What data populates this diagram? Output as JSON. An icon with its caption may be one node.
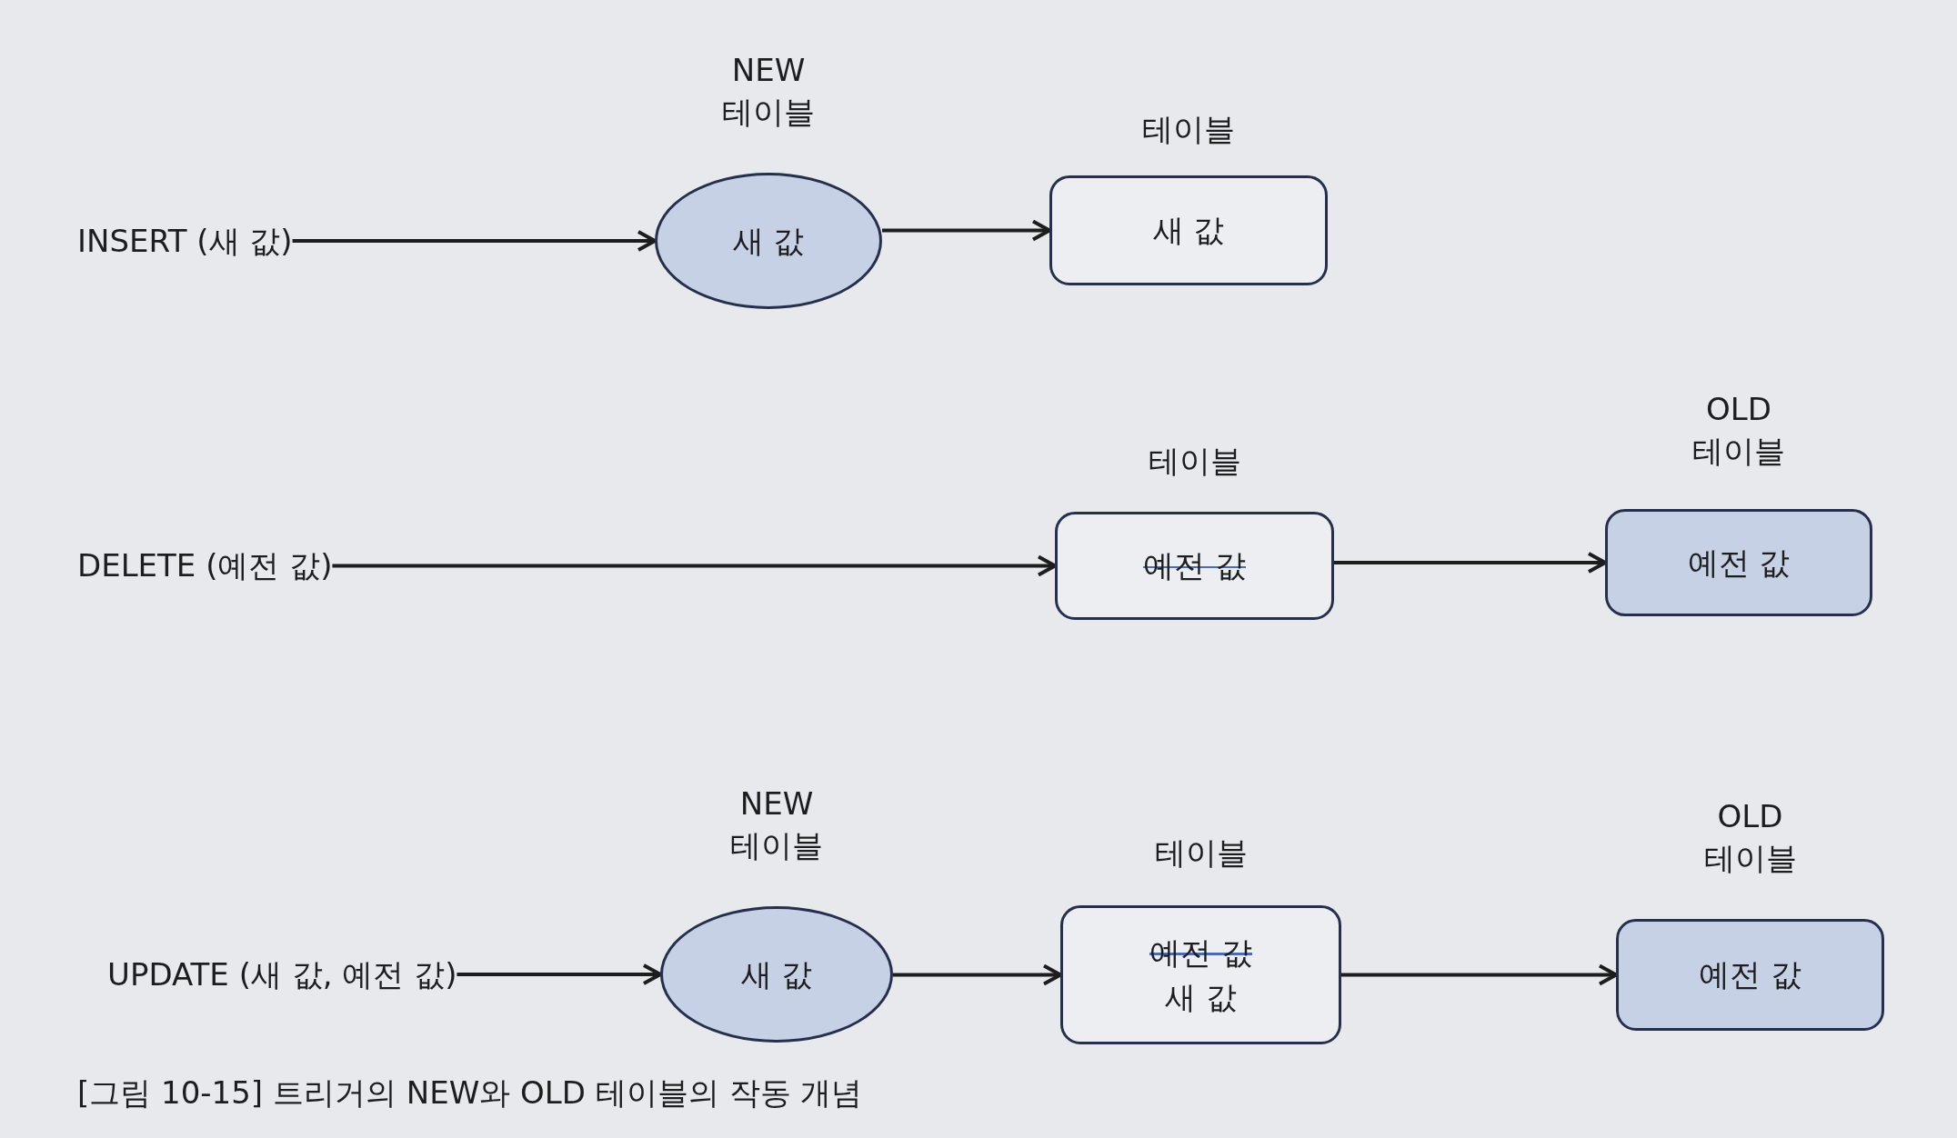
{
  "diagram": {
    "caption": "[그림 10-15] 트리거의 NEW와 OLD 테이블의 작동 개념",
    "nodes": [
      {
        "text": [
          "INSERT (새 값)"
        ]
      },
      {
        "text": [
          "NEW 테이블",
          "새 값"
        ]
      },
      {
        "text": [
          "테이블",
          "새 값"
        ]
      },
      {
        "text": [
          "DELETE (예전 값)"
        ]
      },
      {
        "text": [
          "테이블",
          "예전 값"
        ]
      },
      {
        "text": [
          "OLD 테이블",
          "예전 값"
        ]
      },
      {
        "text": [
          "UPDATE (새 값, 예전 값)"
        ]
      },
      {
        "text": [
          "NEW 테이블",
          "새 값"
        ]
      },
      {
        "text": [
          "테이블",
          "예전 값",
          "새 값"
        ]
      },
      {
        "text": [
          "OLD 테이블",
          "예전 값"
        ]
      }
    ],
    "edges": [
      {
        "from": 0,
        "to": 1,
        "arrow": "to"
      },
      {
        "from": 1,
        "to": 2,
        "arrow": "to"
      },
      {
        "from": 3,
        "to": 4,
        "arrow": "to"
      },
      {
        "from": 4,
        "to": 5,
        "arrow": "to"
      },
      {
        "from": 6,
        "to": 7,
        "arrow": "to"
      },
      {
        "from": 7,
        "to": 8,
        "arrow": "to"
      },
      {
        "from": 8,
        "to": 9,
        "arrow": "to"
      }
    ]
  }
}
